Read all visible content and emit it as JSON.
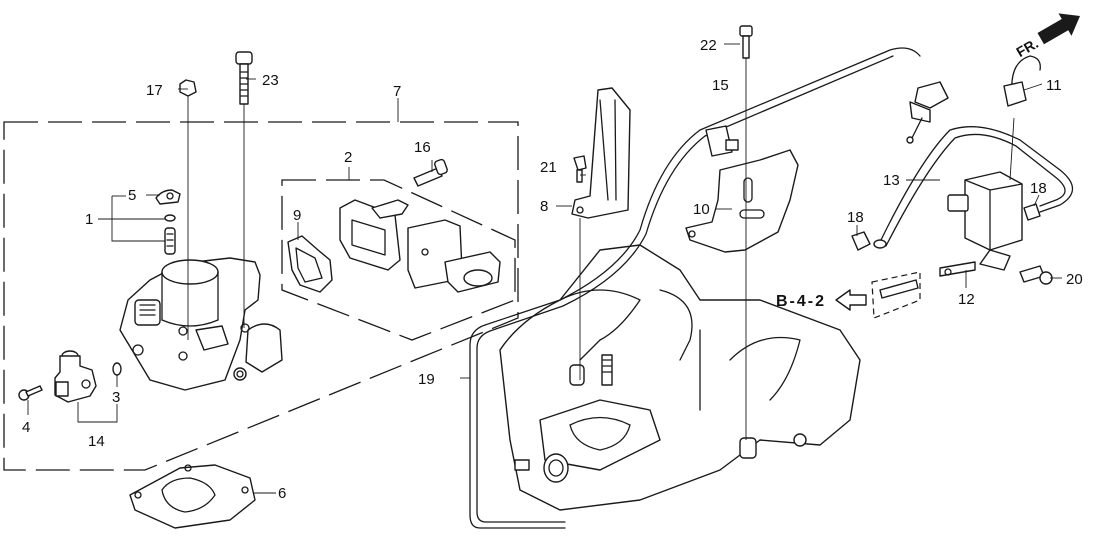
{
  "diagram": {
    "type": "exploded-parts-diagram",
    "subject": "Throttle body and intake manifold assembly",
    "orientation_label": "FR.",
    "reference": {
      "label": "B-4-2"
    },
    "callouts": [
      {
        "id": "c1",
        "label": "1"
      },
      {
        "id": "c2",
        "label": "2"
      },
      {
        "id": "c3",
        "label": "3"
      },
      {
        "id": "c4",
        "label": "4"
      },
      {
        "id": "c5",
        "label": "5"
      },
      {
        "id": "c6",
        "label": "6"
      },
      {
        "id": "c7",
        "label": "7"
      },
      {
        "id": "c8",
        "label": "8"
      },
      {
        "id": "c9",
        "label": "9"
      },
      {
        "id": "c10",
        "label": "10"
      },
      {
        "id": "c11",
        "label": "11"
      },
      {
        "id": "c12",
        "label": "12"
      },
      {
        "id": "c13",
        "label": "13"
      },
      {
        "id": "c14",
        "label": "14"
      },
      {
        "id": "c15",
        "label": "15"
      },
      {
        "id": "c16",
        "label": "16"
      },
      {
        "id": "c17",
        "label": "17"
      },
      {
        "id": "c18a",
        "label": "18"
      },
      {
        "id": "c18b",
        "label": "18"
      },
      {
        "id": "c19",
        "label": "19"
      },
      {
        "id": "c20",
        "label": "20"
      },
      {
        "id": "c21",
        "label": "21"
      },
      {
        "id": "c22",
        "label": "22"
      },
      {
        "id": "c23",
        "label": "23"
      }
    ]
  }
}
